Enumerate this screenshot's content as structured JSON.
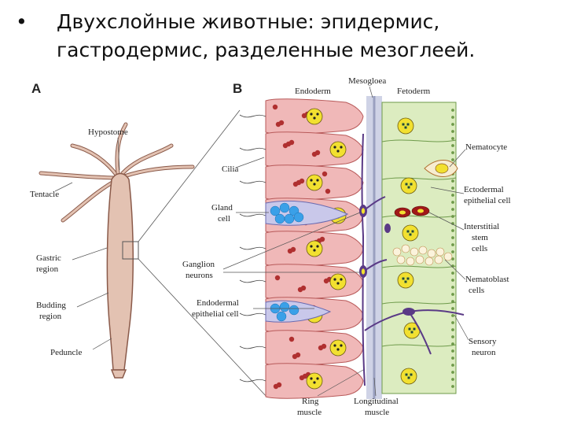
{
  "slide": {
    "bullet": "•",
    "text": "Двухслойные животные: эпидермис, гастродермис, разделенные мезоглеей."
  },
  "panels": {
    "a": "A",
    "b": "B"
  },
  "labels_a": {
    "hypostome": "Hypostome",
    "tentacle": "Tentacle",
    "gastric_1": "Gastric",
    "gastric_2": "region",
    "budding_1": "Budding",
    "budding_2": "region",
    "peduncle": "Peduncle"
  },
  "labels_b": {
    "endoderm": "Endoderm",
    "mesogloea": "Mesogloea",
    "ectoderm": "Fetoderm",
    "cilia": "Cilia",
    "gland_1": "Gland",
    "gland_2": "cell",
    "ganglion_1": "Ganglion",
    "ganglion_2": "neurons",
    "endo_epi_1": "Endodermal",
    "endo_epi_2": "epithelial cell",
    "nematocyte": "Nematocyte",
    "ecto_epi_1": "Ectodermal",
    "ecto_epi_2": "epithelial cell",
    "interstitial_1": "Interstitial",
    "interstitial_2": "stem",
    "interstitial_3": "cells",
    "nematoblast_1": "Nematoblast",
    "nematoblast_2": "cells",
    "sensory_1": "Sensory",
    "sensory_2": "neuron",
    "ring_1": "Ring",
    "ring_2": "muscle",
    "longitudinal_1": "Longitudinal",
    "longitudinal_2": "muscle"
  },
  "colors": {
    "hydra_body": "#e3c2b2",
    "hydra_outline": "#8a5a4a",
    "endoderm_cell": "#f0b8b8",
    "endoderm_outline": "#b85a5a",
    "granule": "#b03030",
    "nucleus": "#f2e030",
    "gland_granule": "#3aa0e8",
    "mesogloea": "#cfd3e6",
    "ectoderm_cell": "#dcecc0",
    "ectoderm_outline": "#6e9a4a",
    "neuron": "#5a3a86"
  }
}
